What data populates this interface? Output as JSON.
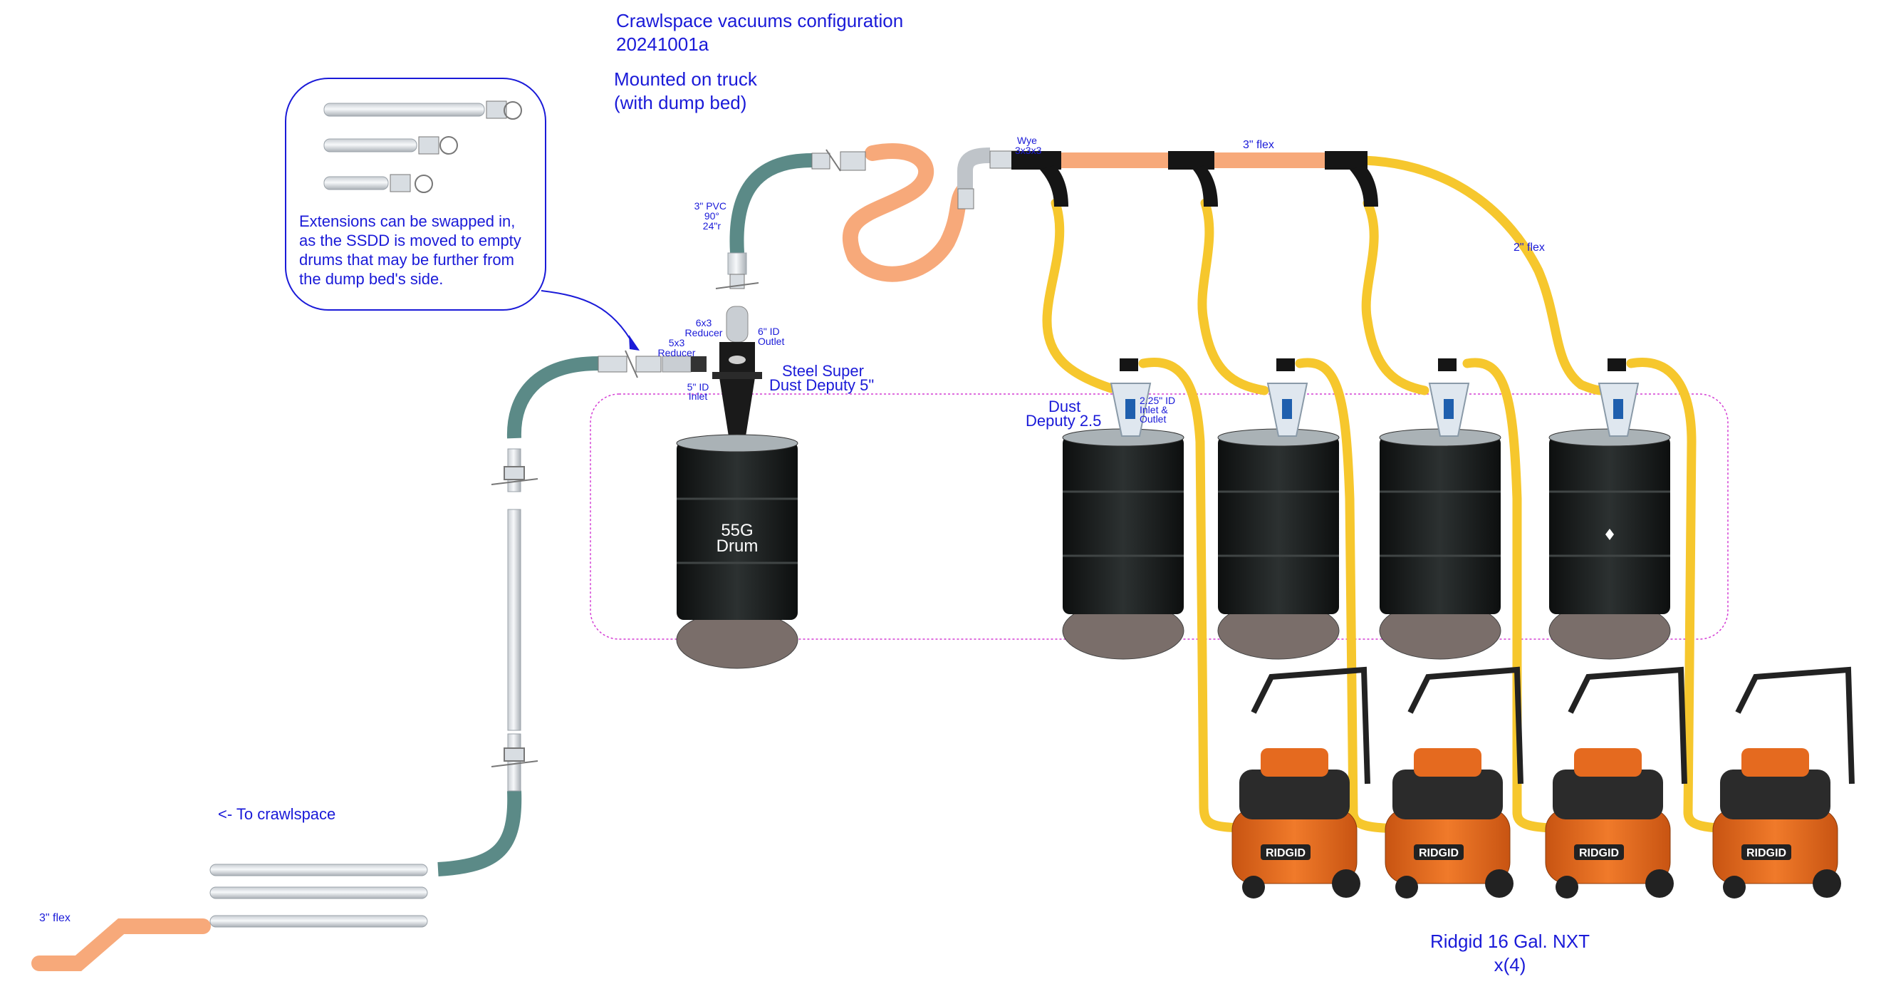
{
  "title": {
    "line1": "Crawlspace vacuums configuration",
    "line2": "20241001a"
  },
  "mounted": {
    "line1": "Mounted on truck",
    "line2": "(with dump bed)"
  },
  "extensions_note": [
    "Extensions can be swapped in,",
    "as the SSDD is moved to empty",
    "drums that may be further from",
    "the dump bed's side."
  ],
  "labels": {
    "pvc_elbow": [
      "3\" PVC",
      "90°",
      "24\"r"
    ],
    "reducer_6x3": [
      "6x3",
      "Reducer"
    ],
    "reducer_5x3": [
      "5x3",
      "Reducer"
    ],
    "outlet_6": [
      "6\" ID",
      "Outlet"
    ],
    "inlet_5": [
      "5\" ID",
      "Inlet"
    ],
    "ssdd": [
      "Steel Super",
      "Dust Deputy 5\""
    ],
    "wye": [
      "Wye",
      "3x3x3"
    ],
    "flex_3_top": "3\" flex",
    "flex_2": "2\" flex",
    "dd25": [
      "Dust",
      "Deputy 2.5"
    ],
    "dd25_io": [
      "2.25\" ID",
      "Inlet &",
      "Outlet"
    ],
    "to_crawlspace": "<- To crawlspace",
    "flex_3_bottom": "3\" flex",
    "ridgid": [
      "Ridgid 16 Gal. NXT",
      "x(4)"
    ]
  },
  "drum_label": [
    "55G",
    "Drum"
  ],
  "vac_brand": "RIDGID",
  "colors": {
    "label_blue": "#1a1ad8",
    "flex_orange": "#f7a97a",
    "flex_yellow": "#f6c72d",
    "pipe_green": "#5b8a87",
    "drum_black": "#1c1f1f",
    "vac_orange": "#e56a1f",
    "outline_magenta": "#d43dd4"
  }
}
